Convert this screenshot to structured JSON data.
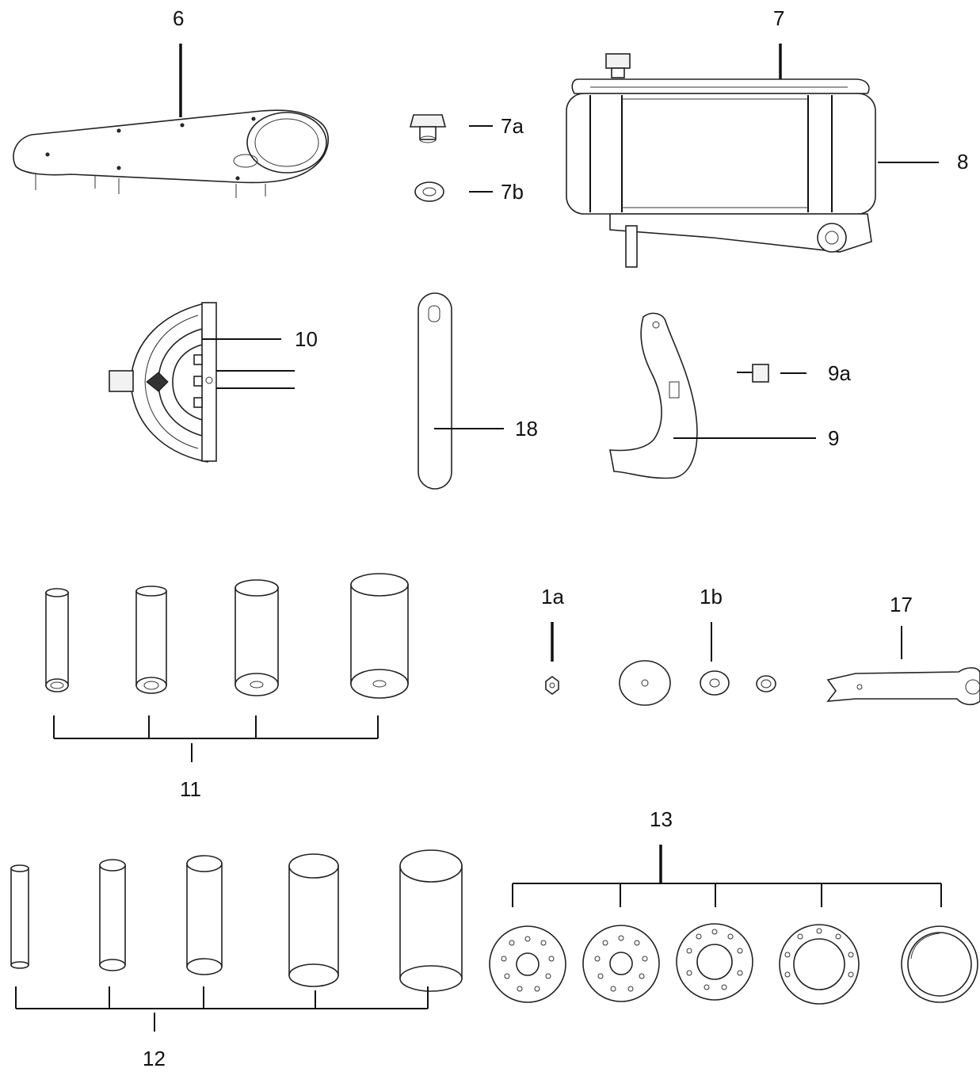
{
  "labels": {
    "p6": "6",
    "p7": "7",
    "p7a": "7a",
    "p7b": "7b",
    "p8": "8",
    "p10": "10",
    "p18": "18",
    "p9": "9",
    "p9a": "9a",
    "p1a": "1a",
    "p1b": "1b",
    "p17": "17",
    "p11": "11",
    "p12": "12",
    "p13": "13"
  }
}
